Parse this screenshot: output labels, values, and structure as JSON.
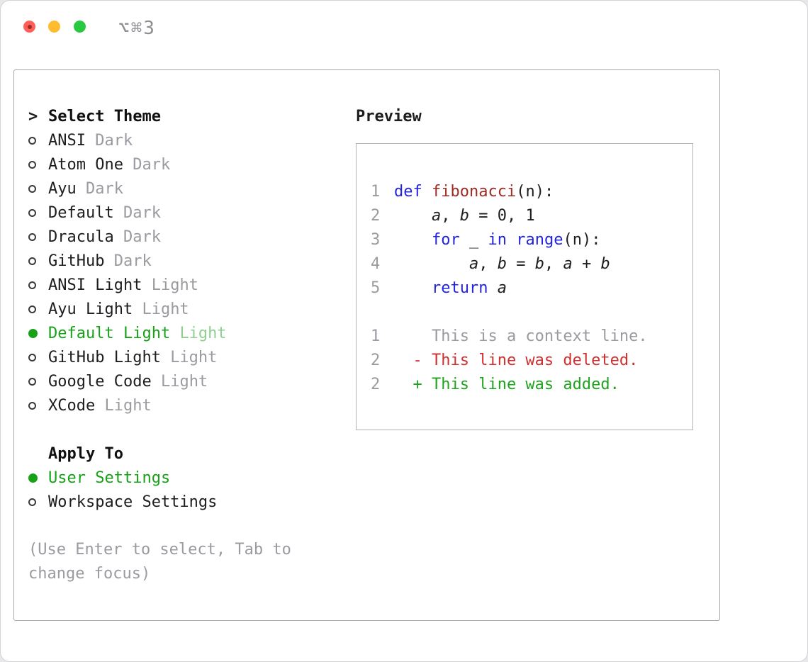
{
  "window": {
    "shortcut": "⌥⌘3"
  },
  "theme_selector": {
    "prompt": ">",
    "title": "Select Theme",
    "items": [
      {
        "name": "ANSI",
        "variant": "Dark",
        "selected": false
      },
      {
        "name": "Atom One",
        "variant": "Dark",
        "selected": false
      },
      {
        "name": "Ayu",
        "variant": "Dark",
        "selected": false
      },
      {
        "name": "Default",
        "variant": "Dark",
        "selected": false
      },
      {
        "name": "Dracula",
        "variant": "Dark",
        "selected": false
      },
      {
        "name": "GitHub",
        "variant": "Dark",
        "selected": false
      },
      {
        "name": "ANSI Light",
        "variant": "Light",
        "selected": false
      },
      {
        "name": "Ayu Light",
        "variant": "Light",
        "selected": false
      },
      {
        "name": "Default Light",
        "variant": "Light",
        "selected": true
      },
      {
        "name": "GitHub Light",
        "variant": "Light",
        "selected": false
      },
      {
        "name": "Google Code",
        "variant": "Light",
        "selected": false
      },
      {
        "name": "XCode",
        "variant": "Light",
        "selected": false
      }
    ]
  },
  "apply_to": {
    "title": "Apply To",
    "options": [
      {
        "label": "User Settings",
        "selected": true
      },
      {
        "label": "Workspace Settings",
        "selected": false
      }
    ]
  },
  "hint_lines": [
    "(Use Enter to select, Tab to",
    "change focus)"
  ],
  "preview": {
    "title": "Preview",
    "code_lines": [
      {
        "num": "1",
        "tokens": [
          {
            "t": "def ",
            "c": "kw"
          },
          {
            "t": "fibonacci",
            "c": "fn"
          },
          {
            "t": "(n):"
          }
        ]
      },
      {
        "num": "2",
        "tokens": [
          {
            "t": "    "
          },
          {
            "t": "a",
            "c": "var"
          },
          {
            "t": ", "
          },
          {
            "t": "b",
            "c": "var"
          },
          {
            "t": " = "
          },
          {
            "t": "0, 1"
          }
        ]
      },
      {
        "num": "3",
        "tokens": [
          {
            "t": "    "
          },
          {
            "t": "for",
            "c": "kw"
          },
          {
            "t": " _ "
          },
          {
            "t": "in",
            "c": "kw"
          },
          {
            "t": " "
          },
          {
            "t": "range",
            "c": "kw"
          },
          {
            "t": "(n):"
          }
        ]
      },
      {
        "num": "4",
        "tokens": [
          {
            "t": "        "
          },
          {
            "t": "a",
            "c": "var"
          },
          {
            "t": ", "
          },
          {
            "t": "b",
            "c": "var"
          },
          {
            "t": " = "
          },
          {
            "t": "b",
            "c": "var"
          },
          {
            "t": ", "
          },
          {
            "t": "a",
            "c": "var"
          },
          {
            "t": " + "
          },
          {
            "t": "b",
            "c": "var"
          }
        ]
      },
      {
        "num": "5",
        "tokens": [
          {
            "t": "    "
          },
          {
            "t": "return",
            "c": "kw"
          },
          {
            "t": " "
          },
          {
            "t": "a",
            "c": "var"
          }
        ]
      }
    ],
    "diff_lines": [
      {
        "num": "1",
        "text": "    This is a context line.",
        "kind": "context"
      },
      {
        "num": "2",
        "text": "  - This line was deleted.",
        "kind": "deleted"
      },
      {
        "num": "2",
        "text": "  + This line was added.",
        "kind": "added"
      }
    ]
  },
  "colors": {
    "accent_green": "#17a117",
    "keyword_blue": "#2323e0",
    "function_red": "#9e2b25",
    "deleted_red": "#d02f2f",
    "added_green": "#1fa41f",
    "muted_gray": "#9a9aa0"
  }
}
